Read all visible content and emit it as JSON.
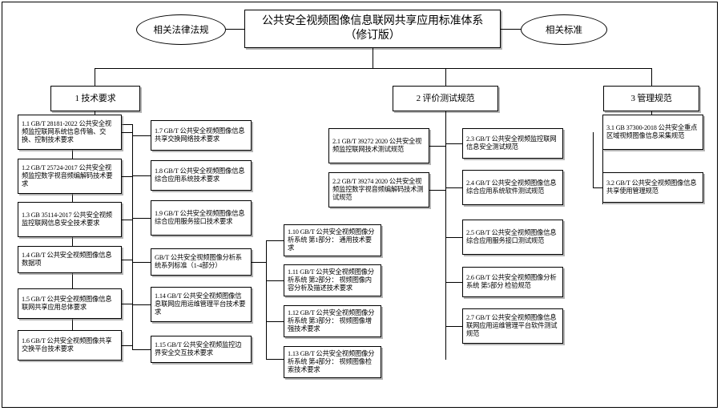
{
  "diagram": {
    "title": "公共安全视频图像信息联网共享应用标准体系\n（修订版）",
    "root": {
      "line1": "公共安全视频图像信息联网共享应用标准体系",
      "line2": "（修订版）"
    },
    "left_ellipse": "相关法律法规",
    "right_ellipse": "相关标准",
    "branches": [
      {
        "id": "1",
        "label": "1 技术要求"
      },
      {
        "id": "2",
        "label": "2 评价测试规范"
      },
      {
        "id": "3",
        "label": "3 管理规范"
      }
    ],
    "tech_col1": [
      {
        "id": "1.1",
        "text": "1.1 GB/T 28181-2022 公共安全视频监控联网系统信息传输、交换、控制技术要求"
      },
      {
        "id": "1.2",
        "text": "1.2 GB/T 25724-2017 公共安全视频监控数字视音频编解码技术要求"
      },
      {
        "id": "1.3",
        "text": "1.3 GB 35114-2017 公共安全视频监控联网信息安全技术要求"
      },
      {
        "id": "1.4",
        "text": "1.4 GB/T 公共安全视频图像信息数据项"
      },
      {
        "id": "1.5",
        "text": "1.5 GB/T 公共安全视频图像信息联网共享应用总体要求"
      },
      {
        "id": "1.6",
        "text": "1.6 GB/T 公共安全视频图像共享交换平台技术要求"
      }
    ],
    "tech_col2": [
      {
        "id": "1.7",
        "text": "1.7 GB/T 公共安全视频图像信息共享交换网络技术要求"
      },
      {
        "id": "1.8",
        "text": "1.8 GB/T 公共安全视频图像信息综合应用系统技术要求"
      },
      {
        "id": "1.9",
        "text": "1.9 GB/T 公共安全视频图像信息综合应用服务接口技术要求"
      },
      {
        "id": "1.series",
        "text": "GB/T 公共安全视频图像分析系统系列标准（1-4部分）"
      },
      {
        "id": "1.14",
        "text": "1.14 GB/T 公共安全视频图像信息联网应用运维管理平台技术要求"
      },
      {
        "id": "1.15",
        "text": "1.15 GB/T 公共安全视频监控边界安全交互技术要求"
      }
    ],
    "tech_col3": [
      {
        "id": "1.10",
        "text": "1.10  GB/T 公共安全视频图像分析系统 第1部分： 通用技术要求"
      },
      {
        "id": "1.11",
        "text": "1.11  GB/T 公共安全视频图像分析系统 第2部分： 视频图像内容分析及描述技术要求"
      },
      {
        "id": "1.12",
        "text": "1.12  GB/T 公共安全视频图像分析系统 第3部分： 视频图像增强技术要求"
      },
      {
        "id": "1.13",
        "text": "1.13  GB/T 公共安全视频图像分析系统 第4部分： 视频图像检索技术要求"
      }
    ],
    "eval_col1": [
      {
        "id": "2.1",
        "text": "2.1 GB/T 39272 2020 公共安全视频监控联网技术测试规范"
      },
      {
        "id": "2.2",
        "text": "2.2 GB/T 39274 2020 公共安全视频监控数字视音频编解码技术测试规范"
      }
    ],
    "eval_col2": [
      {
        "id": "2.3",
        "text": "2.3 GB/T 公共安全视频监控联网信息安全测试规范"
      },
      {
        "id": "2.4",
        "text": "2.4 GB/T 公共安全视频图像信息综合应用系统软件测试规范"
      },
      {
        "id": "2.5",
        "text": "2.5 GB/T 公共安全视频图像信息综合应用服务接口测试规范"
      },
      {
        "id": "2.6",
        "text": "2.6 GB/T 公共安全视频图像分析系统 第5部分 检验规范"
      },
      {
        "id": "2.7",
        "text": "2.7 GB/T 公共安全视频图像信息联网应用运维管理平台软件测试规范"
      }
    ],
    "manage_col": [
      {
        "id": "3.1",
        "text": "3.1 GB 37300-2018 公共安全重点区域视频图像信息采集规范"
      },
      {
        "id": "3.2",
        "text": "3.2 GB/T 公共安全视频图像信息共享使用管理规范"
      }
    ]
  }
}
